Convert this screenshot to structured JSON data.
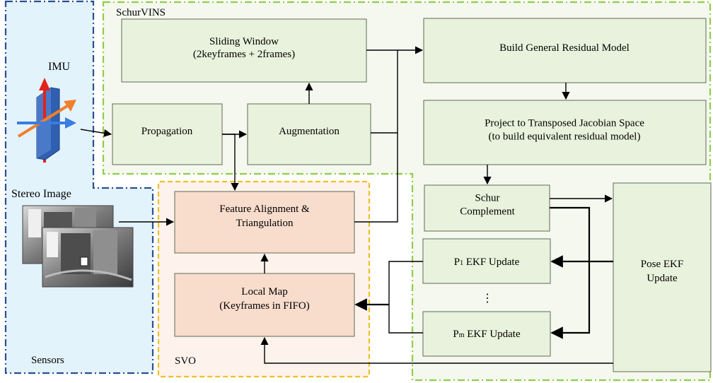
{
  "colors": {
    "sensors_border": "#2b4f8f",
    "sensors_fill": "#e3f3fc",
    "schurvins_border": "#8fce44",
    "schurvins_fill": "#f4f8ef",
    "svo_border": "#f2c026",
    "svo_fill": "#fdf3ec",
    "box_fill": "#e9f2dc",
    "box_orange_fill": "#f8dccc",
    "arrow": "#000000"
  },
  "groups": {
    "sensors": "Sensors",
    "schurvins": "SchurVINS",
    "svo": "SVO"
  },
  "sensors": {
    "imu_label": "IMU",
    "stereo_label": "Stereo Image"
  },
  "boxes": {
    "sliding_window": [
      "Sliding Window",
      "(2keyframes + 2frames)"
    ],
    "propagation": [
      "Propagation"
    ],
    "augmentation": [
      "Augmentation"
    ],
    "build_general": [
      "Build General Residual Model"
    ],
    "project_jacobian": [
      "Project to Transposed Jacobian Space",
      "(to build equivalent residual model)"
    ],
    "schur": [
      "Schur",
      "Complement"
    ],
    "pose_ekf": [
      "Pose EKF",
      "Update"
    ],
    "feature_alignment": [
      "Feature Alignment &",
      "Triangulation"
    ],
    "local_map": [
      "Local Map",
      "(Keyframes in FIFO)"
    ]
  },
  "ekf_updates": {
    "p1": {
      "letter": "P",
      "sub": "1",
      "rest": " EKF Update"
    },
    "pm": {
      "letter": "P",
      "sub": "m",
      "rest": " EKF Update"
    },
    "ellipsis": "⋮"
  }
}
